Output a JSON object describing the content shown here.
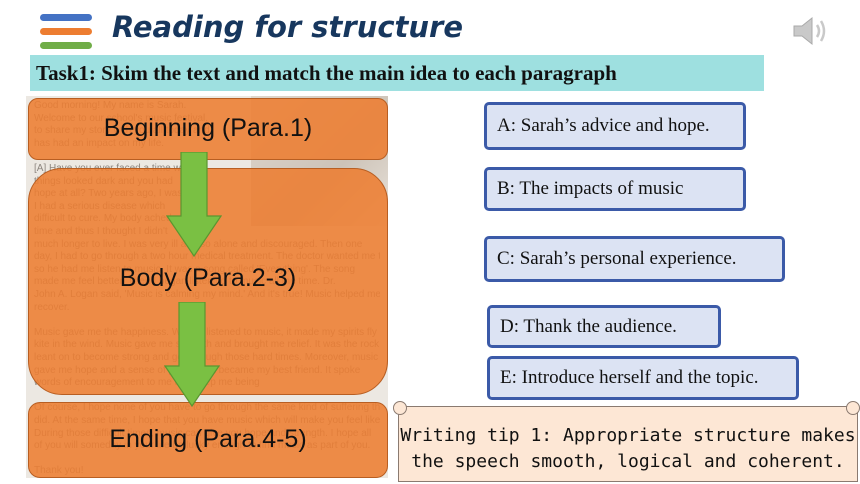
{
  "header": {
    "title": "Reading for structure",
    "menu_icon": "menu-icon",
    "speaker_icon": "speaker-icon"
  },
  "task": {
    "label": "Task1: Skim the text and match the main idea to each paragraph"
  },
  "text_scan": {
    "lines": [
      "Good morning! My name is Sarah.",
      "Welcome to our school's music festival.",
      "to share my story with you all today and",
      "has had an impact on my life.",
      "",
      "[A] Have you ever faced a time when",
      "things looked dark and you had",
      "hope at all? Two years ago, I was",
      "I had a serious disease which",
      "difficult to cure. My body ached all",
      "time and thus I thought I didn't",
      "much longer to live. I was very ill and so alone and discouraged. Then one",
      "day, I had to go through a two hour medical treatment. The doctor wanted me to relax",
      "so he had me listen to music. It was a song called 'Everything'. The song",
      "made me feel better. Then I began listening to music all the time. Dr.",
      "John A. Logan said, 'Music is calming my mind.' And it's true! Music helped me",
      "recover.",
      "",
      "Music gave me the happiness. When I listened to music, it made my spirits fly like a",
      "kite in the wind. Music gave me strength and brought me relief. It was the rock I",
      "leant on to become strong and get through those hard times. Moreover, music",
      "gave me hope and a sense of purpose. It became my best friend. It spoke",
      "words of encouragement to me and keep me being",
      "",
      "Of course, I hope none of you have to go through the same kind of suffering that I",
      "did. At the same time, I hope that you have music which will make you feel like alone.",
      "During those difficult times, music can give you hope and strength. I hope all",
      "of you will someday in your life be lucky enough to find music as part of you.",
      "",
      "Thank you!"
    ]
  },
  "stages": {
    "beginning": "Beginning (Para.1)",
    "body": "Body (Para.2-3)",
    "ending": "Ending (Para.4-5)"
  },
  "main_ideas": {
    "a": "A: Sarah’s advice and hope.",
    "b": "B: The impacts of music",
    "c": "C: Sarah’s personal experience.",
    "d": "D: Thank the audience.",
    "e": "E: Introduce herself and the topic."
  },
  "tip": {
    "line1": "Writing tip 1: Appropriate structure makes",
    "line2": "the speech smooth, logical and coherent."
  },
  "colors": {
    "title": "#17375e",
    "banner": "#9ee0e0",
    "stage": "#ed7d31",
    "arrow": "#7ac043",
    "idea_border": "#3b5aa8",
    "idea_fill": "#dce3f3",
    "tip_fill": "#fde7d5"
  }
}
